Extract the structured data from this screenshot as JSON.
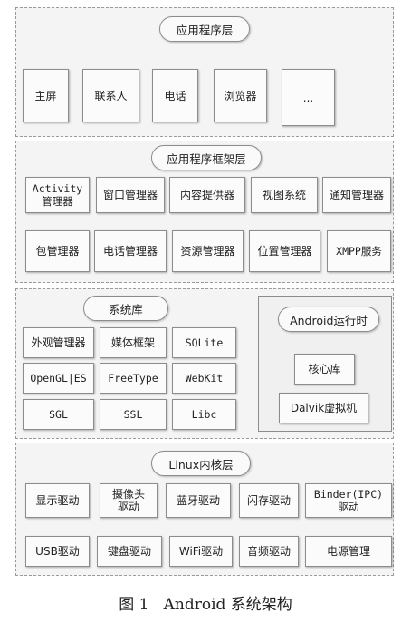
{
  "application_layer": {
    "title": "应用程序层",
    "apps": [
      "主屏",
      "联系人",
      "电话",
      "浏览器",
      "..."
    ]
  },
  "framework_layer": {
    "title": "应用程序框架层",
    "row1": [
      "Activity\n管理器",
      "窗口管理器",
      "内容提供器",
      "视图系统",
      "通知管理器"
    ],
    "row2": [
      "包管理器",
      "电话管理器",
      "资源管理器",
      "位置管理器",
      "XMPP服务"
    ]
  },
  "library_layer": {
    "title": "系统库",
    "libs": [
      "外观管理器",
      "媒体框架",
      "SQLite",
      "OpenGL|ES",
      "FreeType",
      "WebKit",
      "SGL",
      "SSL",
      "Libc"
    ],
    "runtime": {
      "title": "Android运行时",
      "core": "核心库",
      "vm": "Dalvik虚拟机"
    }
  },
  "kernel_layer": {
    "title": "Linux内核层",
    "row1": [
      "显示驱动",
      "摄像头\n驱动",
      "蓝牙驱动",
      "闪存驱动",
      "Binder(IPC)\n驱动"
    ],
    "row2": [
      "USB驱动",
      "键盘驱动",
      "WiFi驱动",
      "音频驱动",
      "电源管理"
    ]
  },
  "caption": "图 1   Android 系统架构"
}
